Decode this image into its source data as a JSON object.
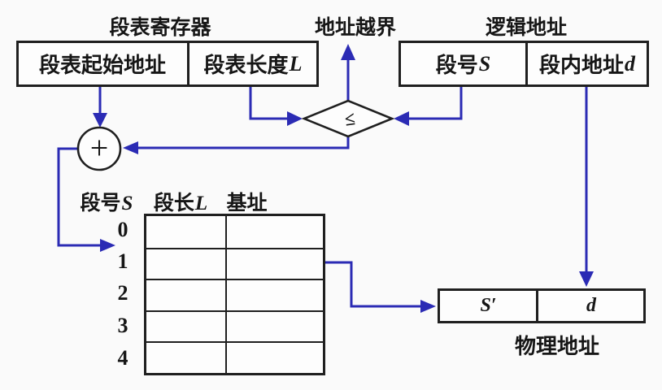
{
  "colors": {
    "line": "#2b2bb4",
    "border": "#1f1f1f",
    "background": "#fafafa",
    "box_fill": "#fdfdfd",
    "text": "#161616"
  },
  "segment_table_register": {
    "title": "段表寄存器",
    "start_cell": {
      "text": "段表起始地址",
      "var": ""
    },
    "length_cell": {
      "text": "段表长度",
      "var": "L"
    }
  },
  "logical_address": {
    "title": "逻辑地址",
    "segment_cell": {
      "text": "段号",
      "var": "S"
    },
    "offset_cell": {
      "text": "段内地址",
      "var": "d"
    }
  },
  "out_of_bounds": {
    "label": "地址越界"
  },
  "comparator": {
    "symbol": "≤"
  },
  "adder": {
    "symbol": "+"
  },
  "segment_table": {
    "headers": [
      {
        "text": "段号",
        "var": "S"
      },
      {
        "text": "段长",
        "var": "L"
      },
      {
        "text": "基址",
        "var": ""
      }
    ],
    "row_labels": [
      "0",
      "1",
      "2",
      "3",
      "4"
    ],
    "rows": 5,
    "columns": 2
  },
  "physical_address": {
    "title": "物理地址",
    "segment_label": "S′",
    "offset_label": "d"
  }
}
